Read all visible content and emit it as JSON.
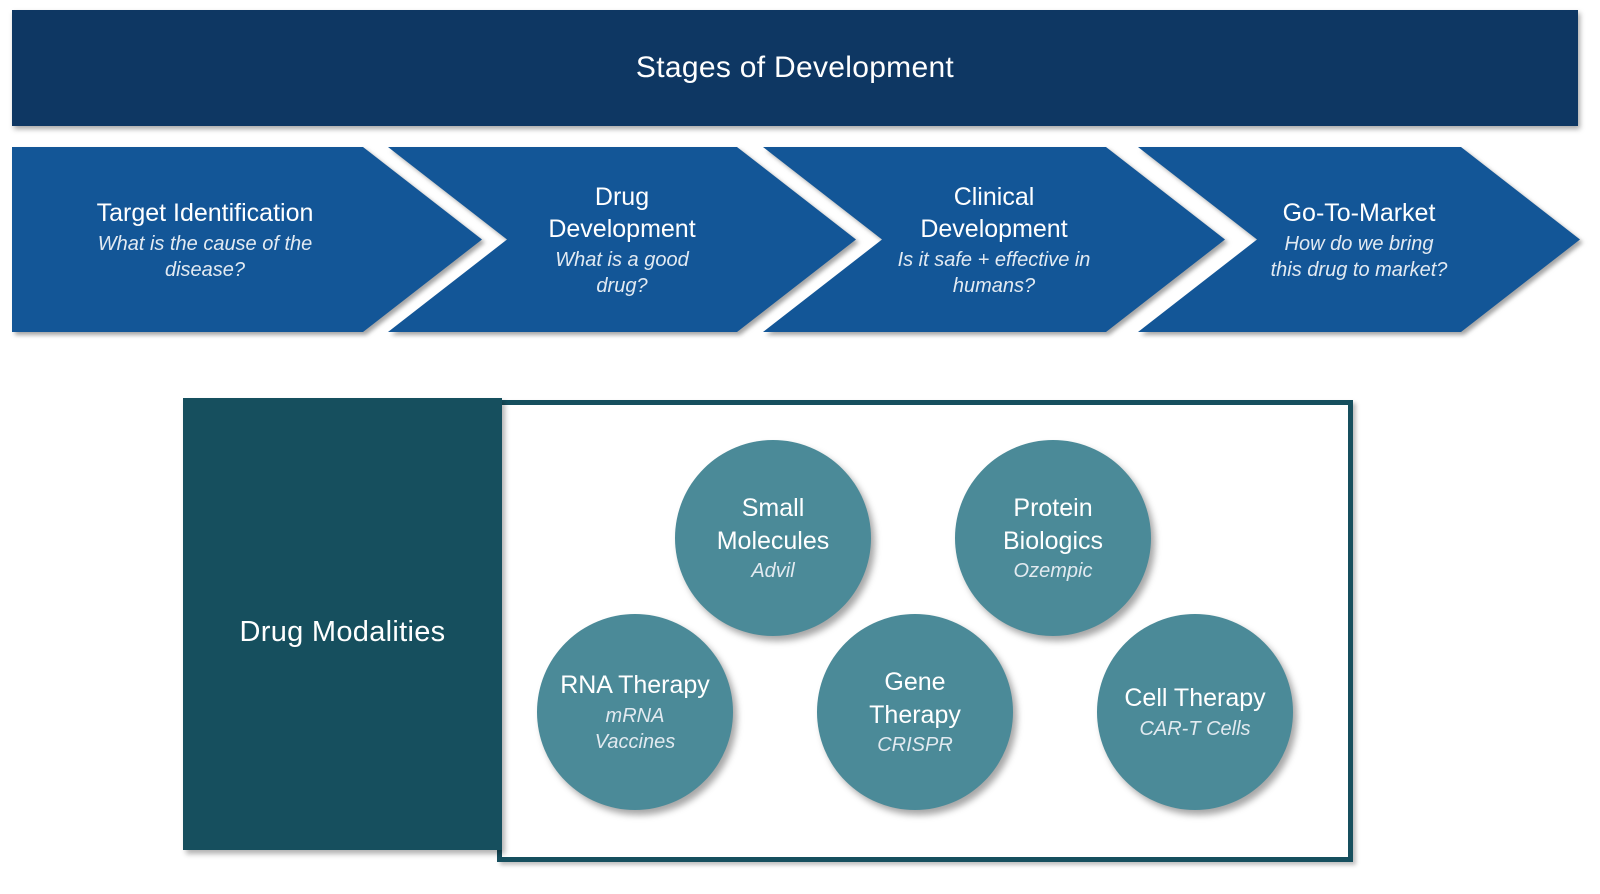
{
  "header": {
    "title": "Stages of Development"
  },
  "stages": [
    {
      "title": "Target Identification",
      "subtitle": "What is the cause of the disease?"
    },
    {
      "title": "Drug Development",
      "subtitle": "What is a good drug?"
    },
    {
      "title": "Clinical Development",
      "subtitle": "Is it safe + effective in humans?"
    },
    {
      "title": "Go-To-Market",
      "subtitle": "How do we bring this drug to market?"
    }
  ],
  "modalities": {
    "label": "Drug Modalities",
    "items": [
      {
        "title": "Small Molecules",
        "example": "Advil"
      },
      {
        "title": "Protein Biologics",
        "example": "Ozempic"
      },
      {
        "title": "RNA Therapy",
        "example": "mRNA Vaccines"
      },
      {
        "title": "Gene Therapy",
        "example": "CRISPR"
      },
      {
        "title": "Cell Therapy",
        "example": "CAR-T Cells"
      }
    ]
  },
  "colors": {
    "navy": "#0E3763",
    "blue": "#135697",
    "teal_dark": "#164F5E",
    "teal": "#4B8A98",
    "title_text": "#FFFFFF",
    "subtitle_text": "#E2EAF2"
  }
}
